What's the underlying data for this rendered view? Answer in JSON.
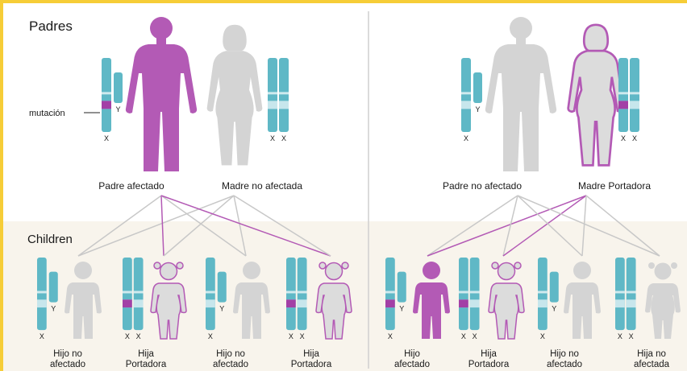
{
  "colors": {
    "frame": "#f6cd37",
    "affected": "#b35ab5",
    "carrier_outline": "#b35ab5",
    "carrier_fill": "#dcdcdc",
    "unaffected": "#d4d4d4",
    "chromosome": "#5fb8c6",
    "chromosome_light": "#c7e6ec",
    "mutation": "#a340a6",
    "line_gray": "#c8c8c8",
    "line_purple": "#b35ab5",
    "children_band": "#f8f4ec"
  },
  "headings": {
    "parents": "Padres",
    "children": "Children"
  },
  "annotation": {
    "mutation": "mutación"
  },
  "chromosome_labels": {
    "x": "X",
    "y": "Y"
  },
  "left_family": {
    "father_label": "Padre afectado",
    "mother_label": "Madre no afectada",
    "children": [
      {
        "line1": "Hijo no",
        "line2": "afectado"
      },
      {
        "line1": "Hija",
        "line2": "Portadora"
      },
      {
        "line1": "Hijo no",
        "line2": "afectado"
      },
      {
        "line1": "Hija",
        "line2": "Portadora"
      }
    ]
  },
  "right_family": {
    "father_label": "Padre no afectado",
    "mother_label": "Madre Portadora",
    "children": [
      {
        "line1": "Hijo",
        "line2": "afectado"
      },
      {
        "line1": "Hija",
        "line2": "Portadora"
      },
      {
        "line1": "Hijo no",
        "line2": "afectado"
      },
      {
        "line1": "Hija no",
        "line2": "afectada"
      }
    ]
  }
}
